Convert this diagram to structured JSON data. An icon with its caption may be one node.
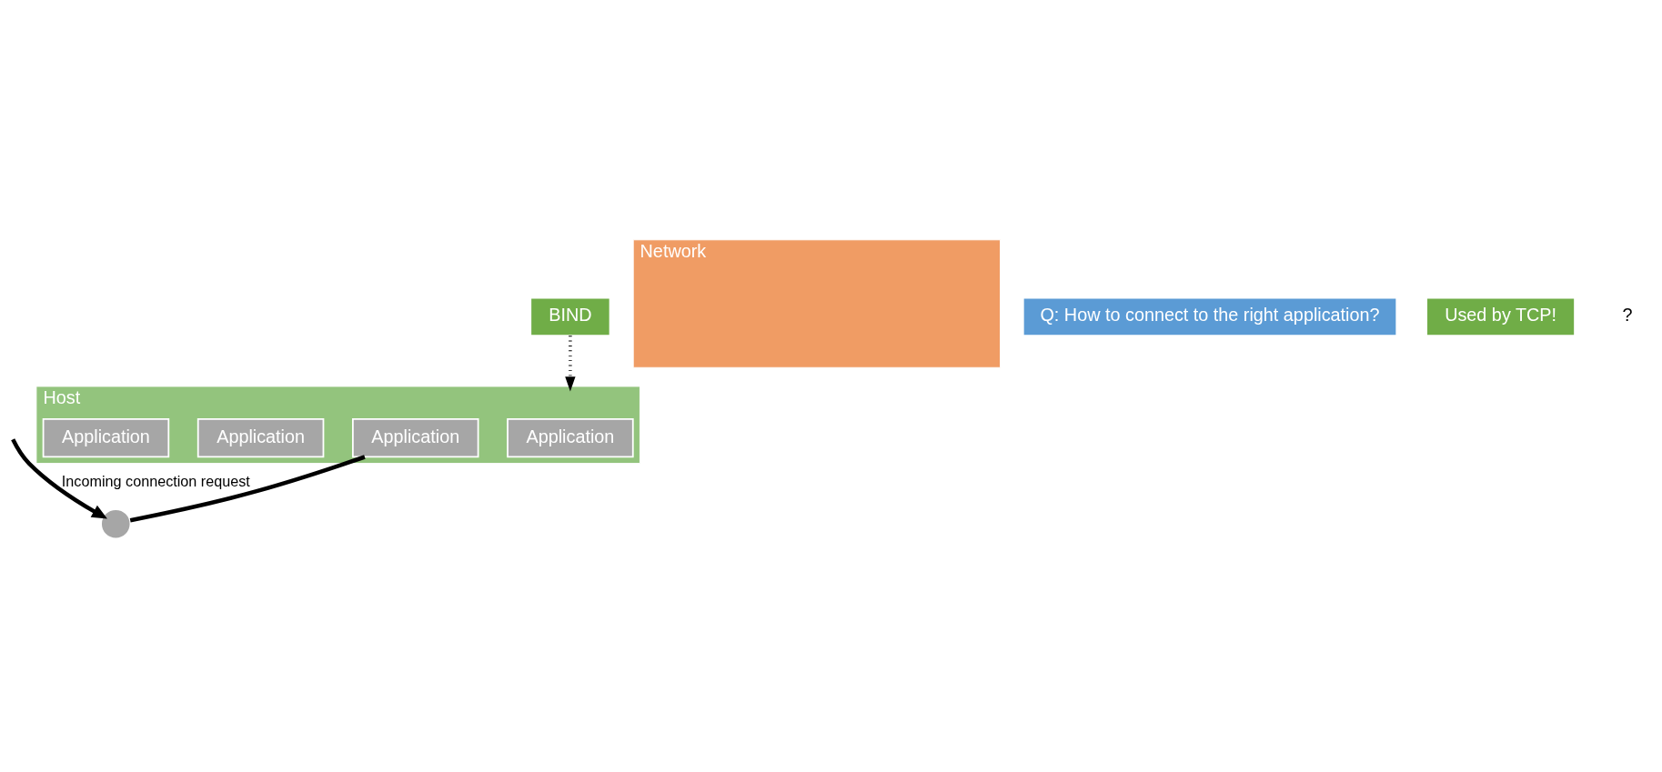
{
  "diagram": {
    "nodes": [
      {
        "text": [
          "Host"
        ]
      },
      {
        "text": [
          "Application"
        ],
        "in": 0
      },
      {
        "text": [
          "Application"
        ],
        "in": 0
      },
      {
        "text": [
          "Application"
        ],
        "in": 0
      },
      {
        "text": [
          "Application"
        ],
        "in": 0
      },
      {
        "text": [
          "Network"
        ]
      },
      {
        "text": [],
        "shape": "circle"
      },
      {
        "text": [
          "Q: How to connect to the right application?"
        ]
      },
      {
        "text": [
          "BIND"
        ]
      },
      {
        "text": [
          "Used by TCP!"
        ]
      }
    ],
    "edges": [
      {
        "from": 2,
        "to": 6,
        "arrow": "none"
      },
      {
        "from": 8,
        "to": 0,
        "arrow": "to",
        "style": "dashed"
      },
      {
        "from": null,
        "to": 6,
        "arrow": "to",
        "label": "Incoming connection request"
      }
    ],
    "labels": [
      "?"
    ]
  }
}
